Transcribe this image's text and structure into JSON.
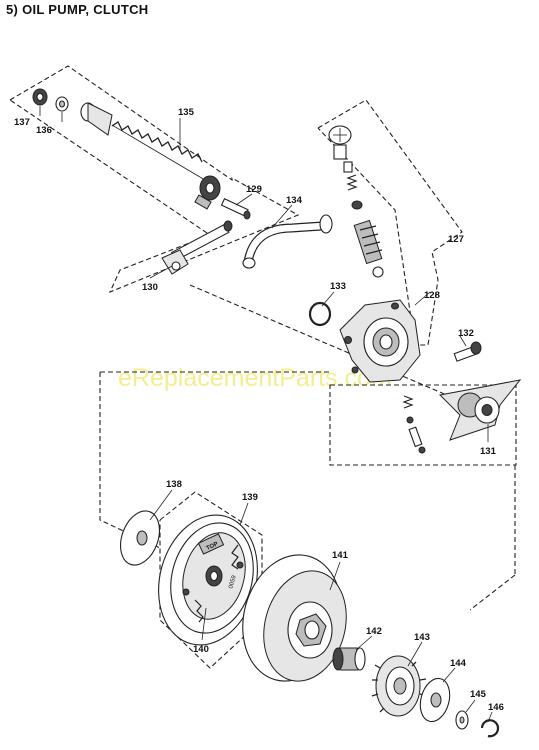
{
  "title": "5)  OIL PUMP, CLUTCH",
  "watermark": "eReplacementParts.com",
  "part_labels": {
    "p127": "127",
    "p128": "128",
    "p129": "129",
    "p130": "130",
    "p131": "131",
    "p132": "132",
    "p133": "133",
    "p134": "134",
    "p135": "135",
    "p136": "136",
    "p137": "137",
    "p138": "138",
    "p139": "139",
    "p140": "140",
    "p141": "141",
    "p142": "142",
    "p143": "143",
    "p144": "144",
    "p145": "145",
    "p146": "146"
  },
  "shoe_marks": {
    "top": "TOP",
    "code": "0059"
  }
}
